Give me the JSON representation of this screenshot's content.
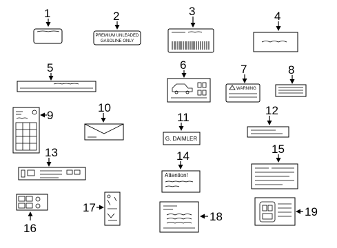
{
  "callouts": [
    "1",
    "2",
    "3",
    "4",
    "5",
    "6",
    "7",
    "8",
    "9",
    "10",
    "11",
    "12",
    "13",
    "14",
    "15",
    "16",
    "17",
    "18",
    "19"
  ],
  "label_text": {
    "premium_line1": "PREMIUM UNLEADED",
    "premium_line2": "GASOLINE ONLY",
    "warning": "WARNING",
    "daimler": "G. DAIMLER",
    "attention": "Attention!"
  }
}
